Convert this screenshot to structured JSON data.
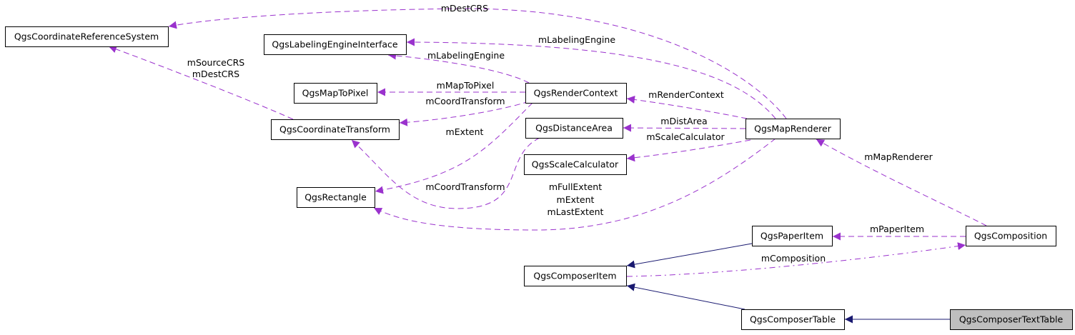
{
  "colors": {
    "usage_edge": "#9a32cd",
    "inheritance_edge": "#191970",
    "highlight_fill": "#bfbfbf",
    "node_border": "#000000"
  },
  "nodes": {
    "crs": "QgsCoordinateReferenceSystem",
    "labeling": "QgsLabelingEngineInterface",
    "maptopixel": "QgsMapToPixel",
    "rendercontext": "QgsRenderContext",
    "coordtransform": "QgsCoordinateTransform",
    "distancearea": "QgsDistanceArea",
    "maprenderer": "QgsMapRenderer",
    "scalecalc": "QgsScaleCalculator",
    "rectangle": "QgsRectangle",
    "paperitem": "QgsPaperItem",
    "composition": "QgsComposition",
    "composeritem": "QgsComposerItem",
    "composertable": "QgsComposerTable",
    "composertexttable": "QgsComposerTextTable"
  },
  "edges": [
    {
      "from": "maprenderer",
      "to": "crs",
      "labels": [
        "mDestCRS"
      ],
      "kind": "usage"
    },
    {
      "from": "maprenderer",
      "to": "labeling",
      "labels": [
        "mLabelingEngine"
      ],
      "kind": "usage"
    },
    {
      "from": "rendercontext",
      "to": "labeling",
      "labels": [
        "mLabelingEngine"
      ],
      "kind": "usage"
    },
    {
      "from": "rendercontext",
      "to": "maptopixel",
      "labels": [
        "mMapToPixel"
      ],
      "kind": "usage"
    },
    {
      "from": "rendercontext",
      "to": "coordtransform",
      "labels": [
        "mCoordTransform"
      ],
      "kind": "usage"
    },
    {
      "from": "rendercontext",
      "to": "rectangle",
      "labels": [
        "mExtent"
      ],
      "kind": "usage"
    },
    {
      "from": "coordtransform",
      "to": "crs",
      "labels": [
        "mSourceCRS",
        "mDestCRS"
      ],
      "kind": "usage"
    },
    {
      "from": "distancearea",
      "to": "coordtransform",
      "labels": [
        "mCoordTransform"
      ],
      "kind": "usage"
    },
    {
      "from": "maprenderer",
      "to": "rendercontext",
      "labels": [
        "mRenderContext"
      ],
      "kind": "usage"
    },
    {
      "from": "maprenderer",
      "to": "distancearea",
      "labels": [
        "mDistArea"
      ],
      "kind": "usage"
    },
    {
      "from": "maprenderer",
      "to": "scalecalc",
      "labels": [
        "mScaleCalculator"
      ],
      "kind": "usage"
    },
    {
      "from": "maprenderer",
      "to": "rectangle",
      "labels": [
        "mFullExtent",
        "mExtent",
        "mLastExtent"
      ],
      "kind": "usage"
    },
    {
      "from": "composition",
      "to": "maprenderer",
      "labels": [
        "mMapRenderer"
      ],
      "kind": "usage"
    },
    {
      "from": "composition",
      "to": "paperitem",
      "labels": [
        "mPaperItem"
      ],
      "kind": "usage"
    },
    {
      "from": "composeritem",
      "to": "composition",
      "labels": [
        "mComposition"
      ],
      "kind": "usage-dashdot"
    },
    {
      "from": "paperitem",
      "to": "composeritem",
      "labels": [],
      "kind": "inheritance"
    },
    {
      "from": "composertable",
      "to": "composeritem",
      "labels": [],
      "kind": "inheritance"
    },
    {
      "from": "composertexttable",
      "to": "composertable",
      "labels": [],
      "kind": "inheritance"
    }
  ]
}
